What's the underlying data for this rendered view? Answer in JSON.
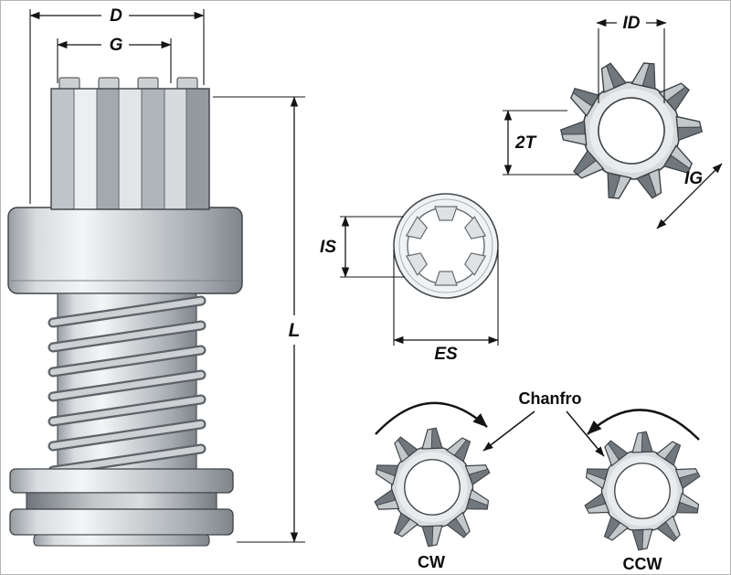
{
  "side_view": {
    "dim_d": "D",
    "dim_g": "G",
    "dim_l": "L"
  },
  "spline_section": {
    "dim_is": "IS",
    "dim_es": "ES"
  },
  "gear_end_view": {
    "dim_id": "ID",
    "dim_2t": "2T",
    "dim_ig": "IG"
  },
  "rotation_views": {
    "chamfer_label": "Chanfro",
    "cw_label": "CW",
    "ccw_label": "CCW"
  },
  "colors": {
    "line": "#141414",
    "metal_light": "#f3f5f6",
    "metal_mid": "#ccd0d3",
    "metal_dark": "#7f858a",
    "tooth_shade": "#70777d",
    "background": "#ffffff"
  }
}
